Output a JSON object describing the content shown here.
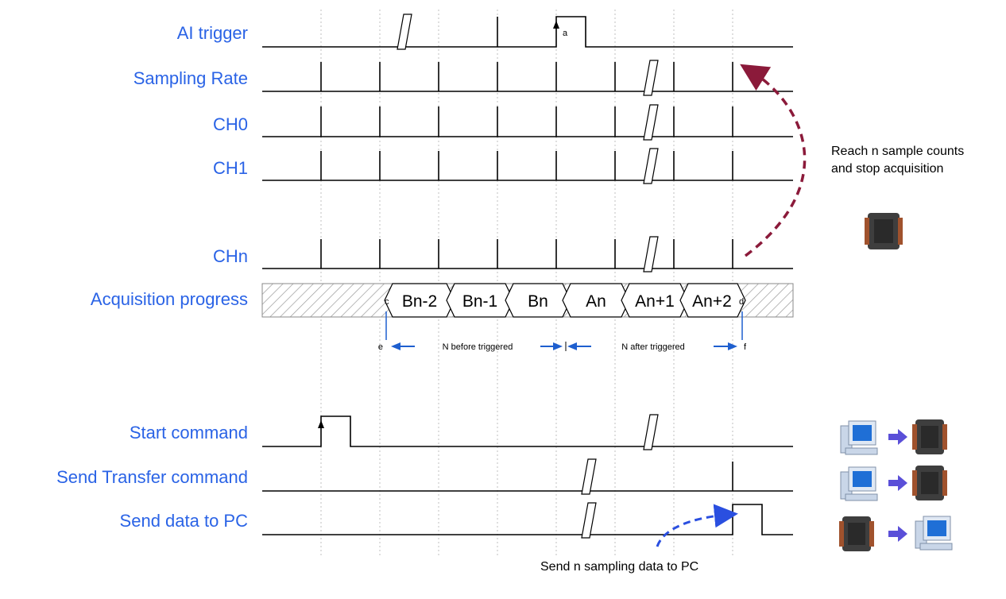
{
  "signals": {
    "ai_trigger": "AI trigger",
    "sampling_rate": "Sampling Rate",
    "ch0": "CH0",
    "ch1": "CH1",
    "chn": "CHn",
    "acquisition_progress": "Acquisition progress",
    "start_command": "Start command",
    "send_transfer_command": "Send Transfer command",
    "send_data_to_pc": "Send data to PC"
  },
  "progress_segments": [
    "Bn-2",
    "Bn-1",
    "Bn",
    "An",
    "An+1",
    "An+2"
  ],
  "markers": {
    "a": "a",
    "c": "c",
    "d": "d",
    "e": "e",
    "f": "f"
  },
  "spans": {
    "before": "N before triggered",
    "after": "N after triggered"
  },
  "notes": {
    "stop_line1": "Reach n sample counts",
    "stop_line2": "and stop acquisition",
    "send_data": "Send n sampling data to PC"
  },
  "icons": {
    "device": "module-device-icon",
    "pc": "pc-computer-icon",
    "arrow": "right-arrow-icon"
  },
  "colors": {
    "label_blue": "#2a63e6",
    "curve_red": "#8b1a3a",
    "curve_blue": "#2a4fe0",
    "span_arrow": "#1e5fcf",
    "icon_arrow": "#5a4fd8"
  }
}
